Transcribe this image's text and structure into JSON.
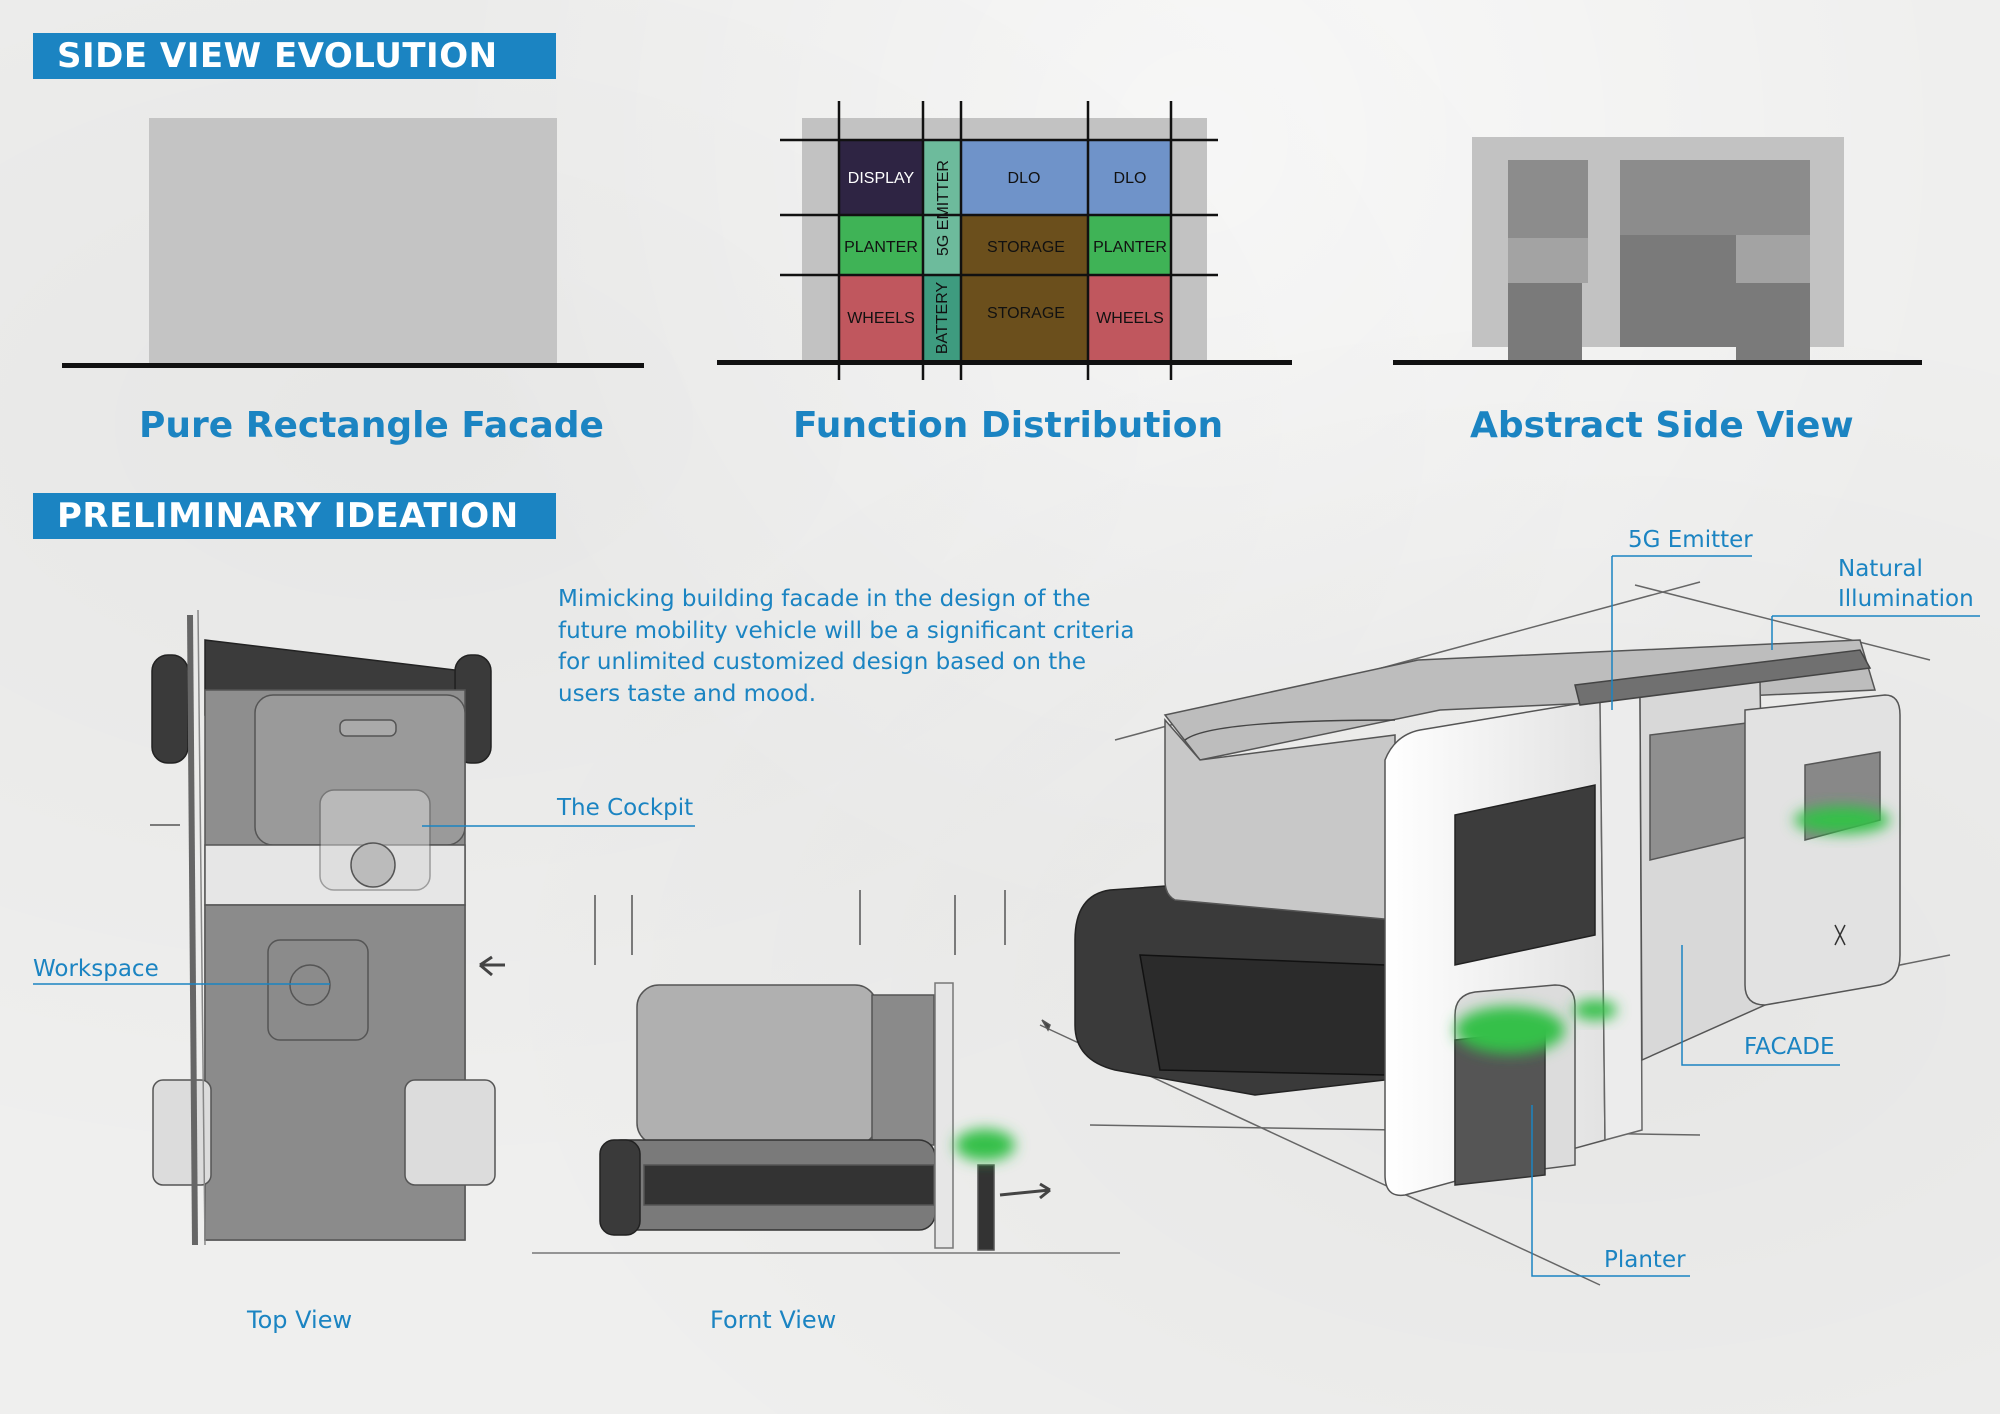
{
  "sections": {
    "side_view": "SIDE VIEW EVOLUTION",
    "ideation": "PRELIMINARY IDEATION"
  },
  "captions": {
    "pure": "Pure Rectangle Facade",
    "function": "Function Distribution",
    "abstract": "Abstract Side View"
  },
  "function_cells": {
    "display": "DISPLAY",
    "emitter": "5G EMITTER",
    "dlo1": "DLO",
    "dlo2": "DLO",
    "planter1": "PLANTER",
    "storage1": "STORAGE",
    "planter2": "PLANTER",
    "wheels1": "WHEELS",
    "battery": "BATTERY",
    "storage2": "STORAGE",
    "wheels2": "WHEELS"
  },
  "colors": {
    "accent": "#1b84c2",
    "display": "#2e2443",
    "emitter": "#6dbb9c",
    "dlo": "#6f93c9",
    "planter": "#3fb356",
    "storage": "#6b4f1c",
    "wheels": "#c0575e",
    "battery": "#3e9b7f",
    "highlight_green": "#35c04a"
  },
  "paragraph": [
    "Mimicking building facade in the design of the",
    "future mobility vehicle will be a significant criteria",
    "for unlimited customized design based on the",
    "users taste and mood."
  ],
  "labels": {
    "cockpit": "The Cockpit",
    "workspace": "Workspace",
    "emitter": "5G Emitter",
    "illum1": "Natural",
    "illum2": "Illumination",
    "facade": "FACADE",
    "planter": "Planter"
  },
  "views": {
    "top": "Top View",
    "front": "Fornt View"
  }
}
